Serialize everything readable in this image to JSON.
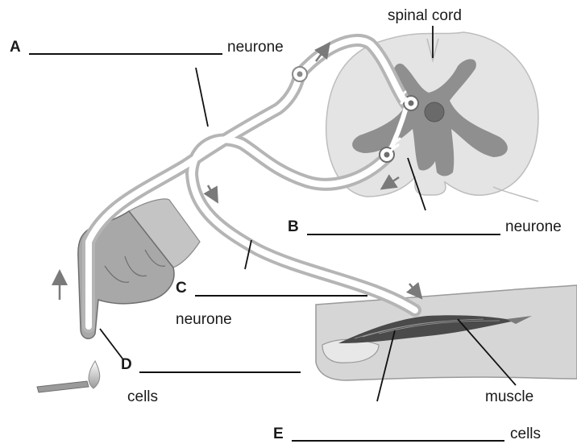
{
  "labels": {
    "spinal_cord": "spinal cord",
    "muscle": "muscle",
    "A": {
      "letter": "A",
      "word": "neurone"
    },
    "B": {
      "letter": "B",
      "word": "neurone"
    },
    "C": {
      "letter": "C",
      "word": "neurone"
    },
    "D": {
      "letter": "D",
      "word": "cells"
    },
    "E": {
      "letter": "E",
      "word": "cells"
    }
  },
  "colors": {
    "spinal_cord_white_matter": "#e4e4e4",
    "spinal_cord_grey_matter": "#8f8f8f",
    "central_canal": "#6a6a6a",
    "nerve_fibre": "#ffffff",
    "nerve_sheath": "#b5b5b5",
    "skin": "#a8a8a8",
    "arm": "#d6d6d6",
    "muscle": "#4a4a4a",
    "arrow": "#7a7a7a",
    "line": "#111111"
  }
}
